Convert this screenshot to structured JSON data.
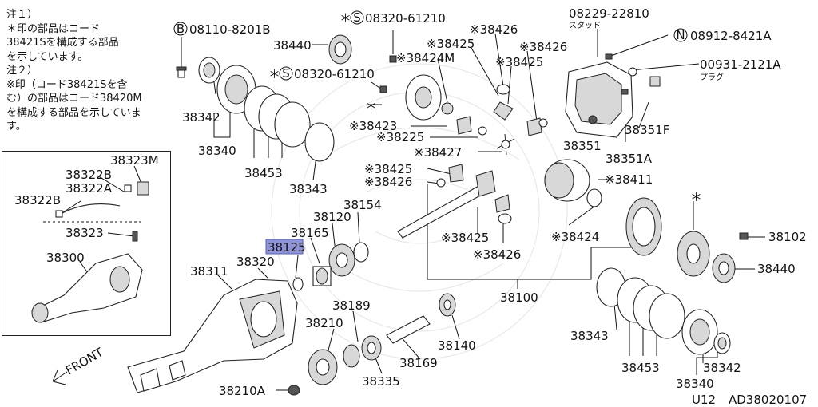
{
  "notes": [
    "注１）",
    "＊印の部品はコード",
    "38421Sを構成する部品",
    "を示しています。",
    "注２）",
    "※印（コード38421Sを含",
    "む）の部品はコード38420M",
    "を構成する部品を示していま",
    "す。"
  ],
  "labels": {
    "p08110": "08110-8201B",
    "p08110_circ": "B",
    "p38440_top": "38440",
    "p08320_a": "08320-61210",
    "p08320_a_pre": "＊",
    "p08320_a_circ": "S",
    "p08320_b": "08320-61210",
    "p08320_b_pre": "＊",
    "p08320_b_circ": "S",
    "p38426_a": "※38426",
    "p38425_a": "※38425",
    "p38424M": "※38424M",
    "p38426_b": "※38426",
    "p38425_b": "※38425",
    "p08229": "08229-22810",
    "p08229_sub": "スタッド",
    "p08912": "08912-8421A",
    "p08912_circ": "N",
    "p00931": "00931-2121A",
    "p00931_sub": "プラグ",
    "p38342_top": "38342",
    "p38340_top": "38340",
    "p38453_top": "38453",
    "p38343_top": "38343",
    "star": "＊",
    "p38423": "※38423",
    "p38225": "※38225",
    "p38427": "※38427",
    "p38425_c": "※38425",
    "p38426_c": "※38426",
    "p38351": "38351",
    "p38351F": "38351F",
    "p38351A": "38351A",
    "p38411": "※38411",
    "p38323M": "38323M",
    "p38322B_a": "38322B",
    "p38322A": "38322A",
    "p38322B_b": "38322B",
    "p38323": "38323",
    "p38300": "38300",
    "p38154": "38154",
    "p38120": "38120",
    "p38165": "38165",
    "p38125": "38125",
    "p38320": "38320",
    "p38311": "38311",
    "p38425_d": "※38425",
    "p38426_d": "※38426",
    "p38424": "※38424",
    "p38102": "38102",
    "p38440_right": "38440",
    "star_right": "＊",
    "p38100": "38100",
    "p38189": "38189",
    "p38210": "38210",
    "p38140": "38140",
    "p38169": "38169",
    "p38335": "38335",
    "p38210A": "38210A",
    "p38343_bot": "38343",
    "p38453_bot": "38453",
    "p38342_bot": "38342",
    "p38340_bot": "38340",
    "front": "FRONT",
    "page_code": "U12",
    "diagram_code": "AD38020107"
  },
  "colors": {
    "highlight": "#8f94d6",
    "line": "#111111",
    "watermark": "#bdbdbd"
  }
}
